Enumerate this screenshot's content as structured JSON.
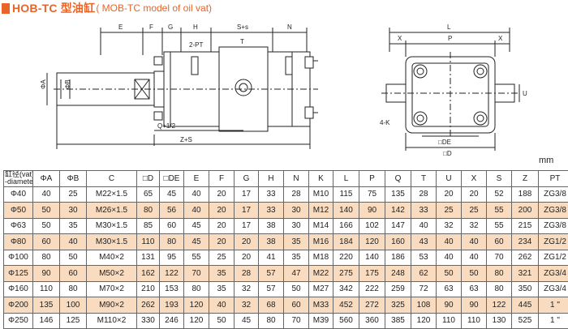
{
  "title": {
    "main": "HOB-TC 型油缸",
    "sub": "( MOB-TC model of oil vat)"
  },
  "drawing_labels": {
    "E": "E",
    "F": "F",
    "G": "G",
    "H": "H",
    "Ss": "S+s",
    "N": "N",
    "T": "T",
    "PT": "2-PT",
    "PhiA": "ΦA",
    "PhiB": "ΦB",
    "Q12": "Q+1/2",
    "ZS": "Z+S",
    "L": "L",
    "X": "X",
    "P": "P",
    "U": "U",
    "K": "4-K",
    "DE": "□DE",
    "D": "□D"
  },
  "unit": "mm",
  "table": {
    "bore_label": "缸径(vat)",
    "bore_sub": "-diameter)",
    "headers": [
      "ΦA",
      "ΦB",
      "C",
      "□D",
      "□DE",
      "E",
      "F",
      "G",
      "H",
      "N",
      "K",
      "L",
      "P",
      "Q",
      "T",
      "U",
      "X",
      "S",
      "Z",
      "PT"
    ],
    "rows": [
      [
        "Φ40",
        "40",
        "25",
        "M22×1.5",
        "65",
        "45",
        "40",
        "20",
        "17",
        "33",
        "28",
        "M10",
        "115",
        "75",
        "135",
        "28",
        "20",
        "20",
        "52",
        "188",
        "ZG3/8"
      ],
      [
        "Φ50",
        "50",
        "30",
        "M26×1.5",
        "80",
        "56",
        "40",
        "20",
        "17",
        "33",
        "30",
        "M12",
        "140",
        "90",
        "142",
        "33",
        "25",
        "25",
        "55",
        "200",
        "ZG3/8"
      ],
      [
        "Φ63",
        "50",
        "35",
        "M30×1.5",
        "85",
        "60",
        "45",
        "20",
        "17",
        "38",
        "30",
        "M14",
        "166",
        "102",
        "147",
        "40",
        "32",
        "32",
        "55",
        "215",
        "ZG3/8"
      ],
      [
        "Φ80",
        "60",
        "40",
        "M30×1.5",
        "110",
        "80",
        "45",
        "20",
        "20",
        "38",
        "35",
        "M16",
        "184",
        "120",
        "160",
        "43",
        "40",
        "40",
        "60",
        "234",
        "ZG1/2"
      ],
      [
        "Φ100",
        "80",
        "50",
        "M40×2",
        "131",
        "95",
        "55",
        "25",
        "20",
        "41",
        "35",
        "M18",
        "220",
        "140",
        "186",
        "53",
        "40",
        "40",
        "70",
        "262",
        "ZG1/2"
      ],
      [
        "Φ125",
        "90",
        "60",
        "M50×2",
        "162",
        "122",
        "70",
        "35",
        "28",
        "57",
        "47",
        "M22",
        "275",
        "175",
        "248",
        "62",
        "50",
        "50",
        "80",
        "321",
        "ZG3/4"
      ],
      [
        "Φ160",
        "110",
        "80",
        "M70×2",
        "210",
        "153",
        "80",
        "35",
        "32",
        "57",
        "50",
        "M27",
        "342",
        "222",
        "259",
        "72",
        "63",
        "63",
        "80",
        "350",
        "ZG3/4"
      ],
      [
        "Φ200",
        "135",
        "100",
        "M90×2",
        "262",
        "193",
        "120",
        "40",
        "32",
        "68",
        "60",
        "M33",
        "452",
        "272",
        "325",
        "108",
        "90",
        "90",
        "122",
        "445",
        "1 \""
      ],
      [
        "Φ250",
        "146",
        "125",
        "M110×2",
        "330",
        "246",
        "120",
        "50",
        "45",
        "80",
        "70",
        "M39",
        "560",
        "360",
        "385",
        "120",
        "110",
        "110",
        "130",
        "525",
        "1 \""
      ]
    ]
  },
  "colors": {
    "accent": "#e8652a",
    "row_highlight": "#f9dcc0",
    "line": "#222222"
  }
}
